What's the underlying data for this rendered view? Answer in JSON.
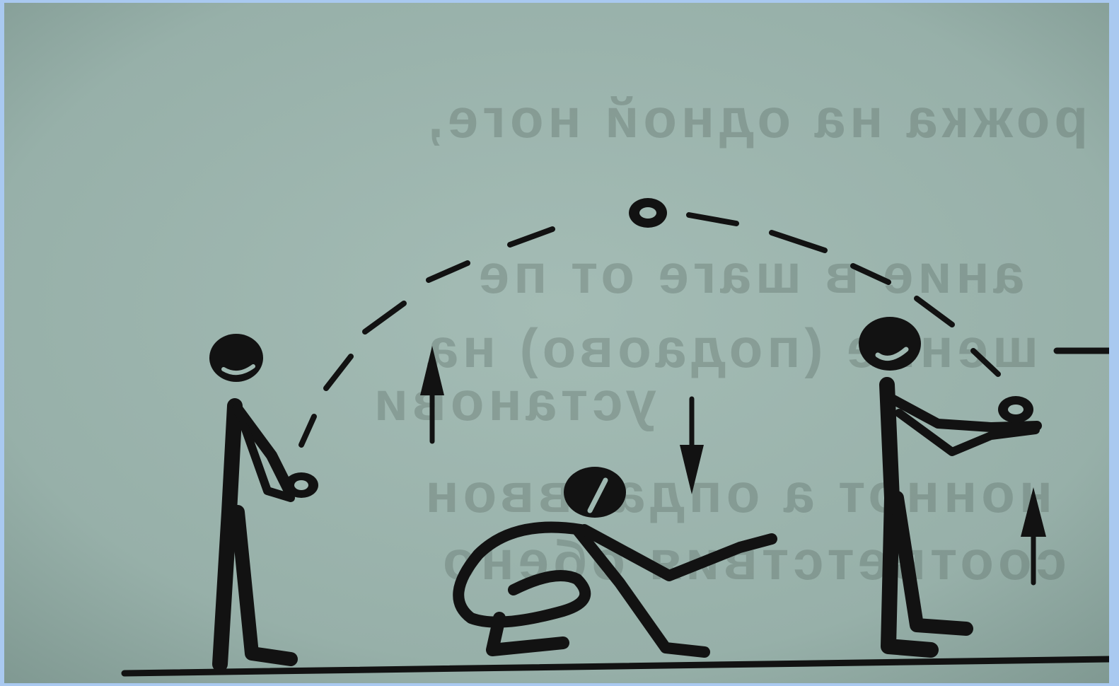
{
  "image": {
    "description_free": true,
    "colors": {
      "frame": "#a9c9f0",
      "paper": "#99b2ab",
      "ink": "#121212",
      "bleed_through": "#586962"
    },
    "bleed_through_lines": [
      "рожка на одной ноге,",
      "ание в шаге от пе",
      "шение (подаово) на",
      "установи",
      "ноннот а опдаоввон",
      "соответствия обено"
    ],
    "icons": [
      "stick-figure-thrower",
      "stick-figure-sitting",
      "stick-figure-catcher",
      "ball-icon",
      "arrow-up-icon",
      "arrow-down-icon"
    ]
  }
}
